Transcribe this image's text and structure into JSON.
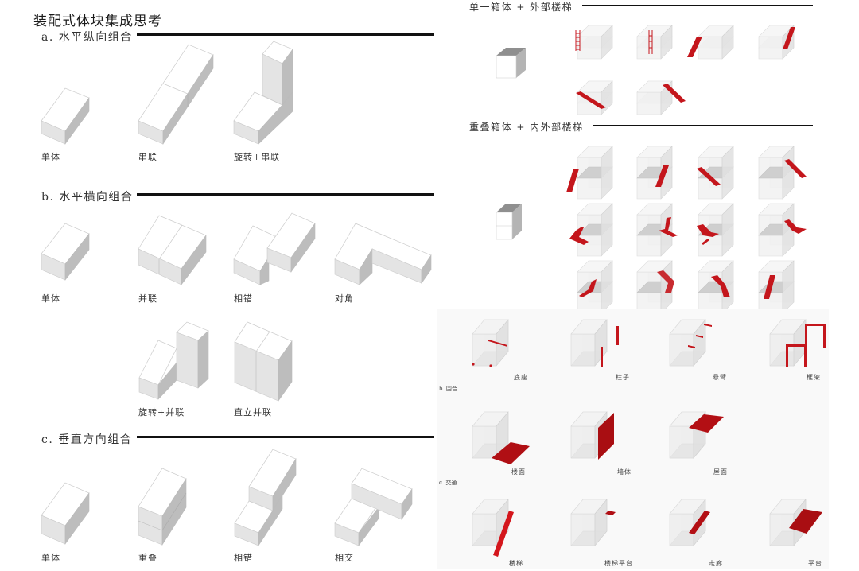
{
  "page_title": "装配式体块集成思考",
  "left": {
    "sections": [
      {
        "heading": "a. 水平纵向组合",
        "items": [
          {
            "label": "单体"
          },
          {
            "label": "串联"
          },
          {
            "label": "旋转+串联"
          }
        ]
      },
      {
        "heading": "b. 水平横向组合",
        "items": [
          {
            "label": "单体"
          },
          {
            "label": "并联"
          },
          {
            "label": "相错"
          },
          {
            "label": "对角"
          },
          {
            "label": "旋转+并联"
          },
          {
            "label": "直立并联"
          }
        ]
      },
      {
        "heading": "c. 垂直方向组合",
        "items": [
          {
            "label": "单体"
          },
          {
            "label": "重叠"
          },
          {
            "label": "相错"
          },
          {
            "label": "相交"
          }
        ]
      }
    ]
  },
  "right": {
    "stairs_single": {
      "heading": "单一箱体 + 外部楼梯",
      "count": 6
    },
    "stairs_stacked": {
      "heading": "重叠箱体 + 内外部楼梯",
      "count": 12
    },
    "components": {
      "groups": [
        {
          "label": "b. 围合",
          "items": [
            {
              "label": "底座"
            },
            {
              "label": "柱子"
            },
            {
              "label": "悬臂"
            },
            {
              "label": "框架"
            }
          ]
        },
        {
          "label": "c. 交通",
          "items": [
            {
              "label": "楼面"
            },
            {
              "label": "墙体"
            },
            {
              "label": "屋面"
            }
          ]
        },
        {
          "label": "",
          "items": [
            {
              "label": "楼梯"
            },
            {
              "label": "楼梯平台"
            },
            {
              "label": "走廊"
            },
            {
              "label": "平台"
            }
          ]
        }
      ]
    }
  },
  "colors": {
    "accent_red": "#c4161c",
    "box_top": "#ffffff",
    "box_left": "#e4e4e4",
    "box_right": "#bdbdbd",
    "rule": "#111111"
  }
}
